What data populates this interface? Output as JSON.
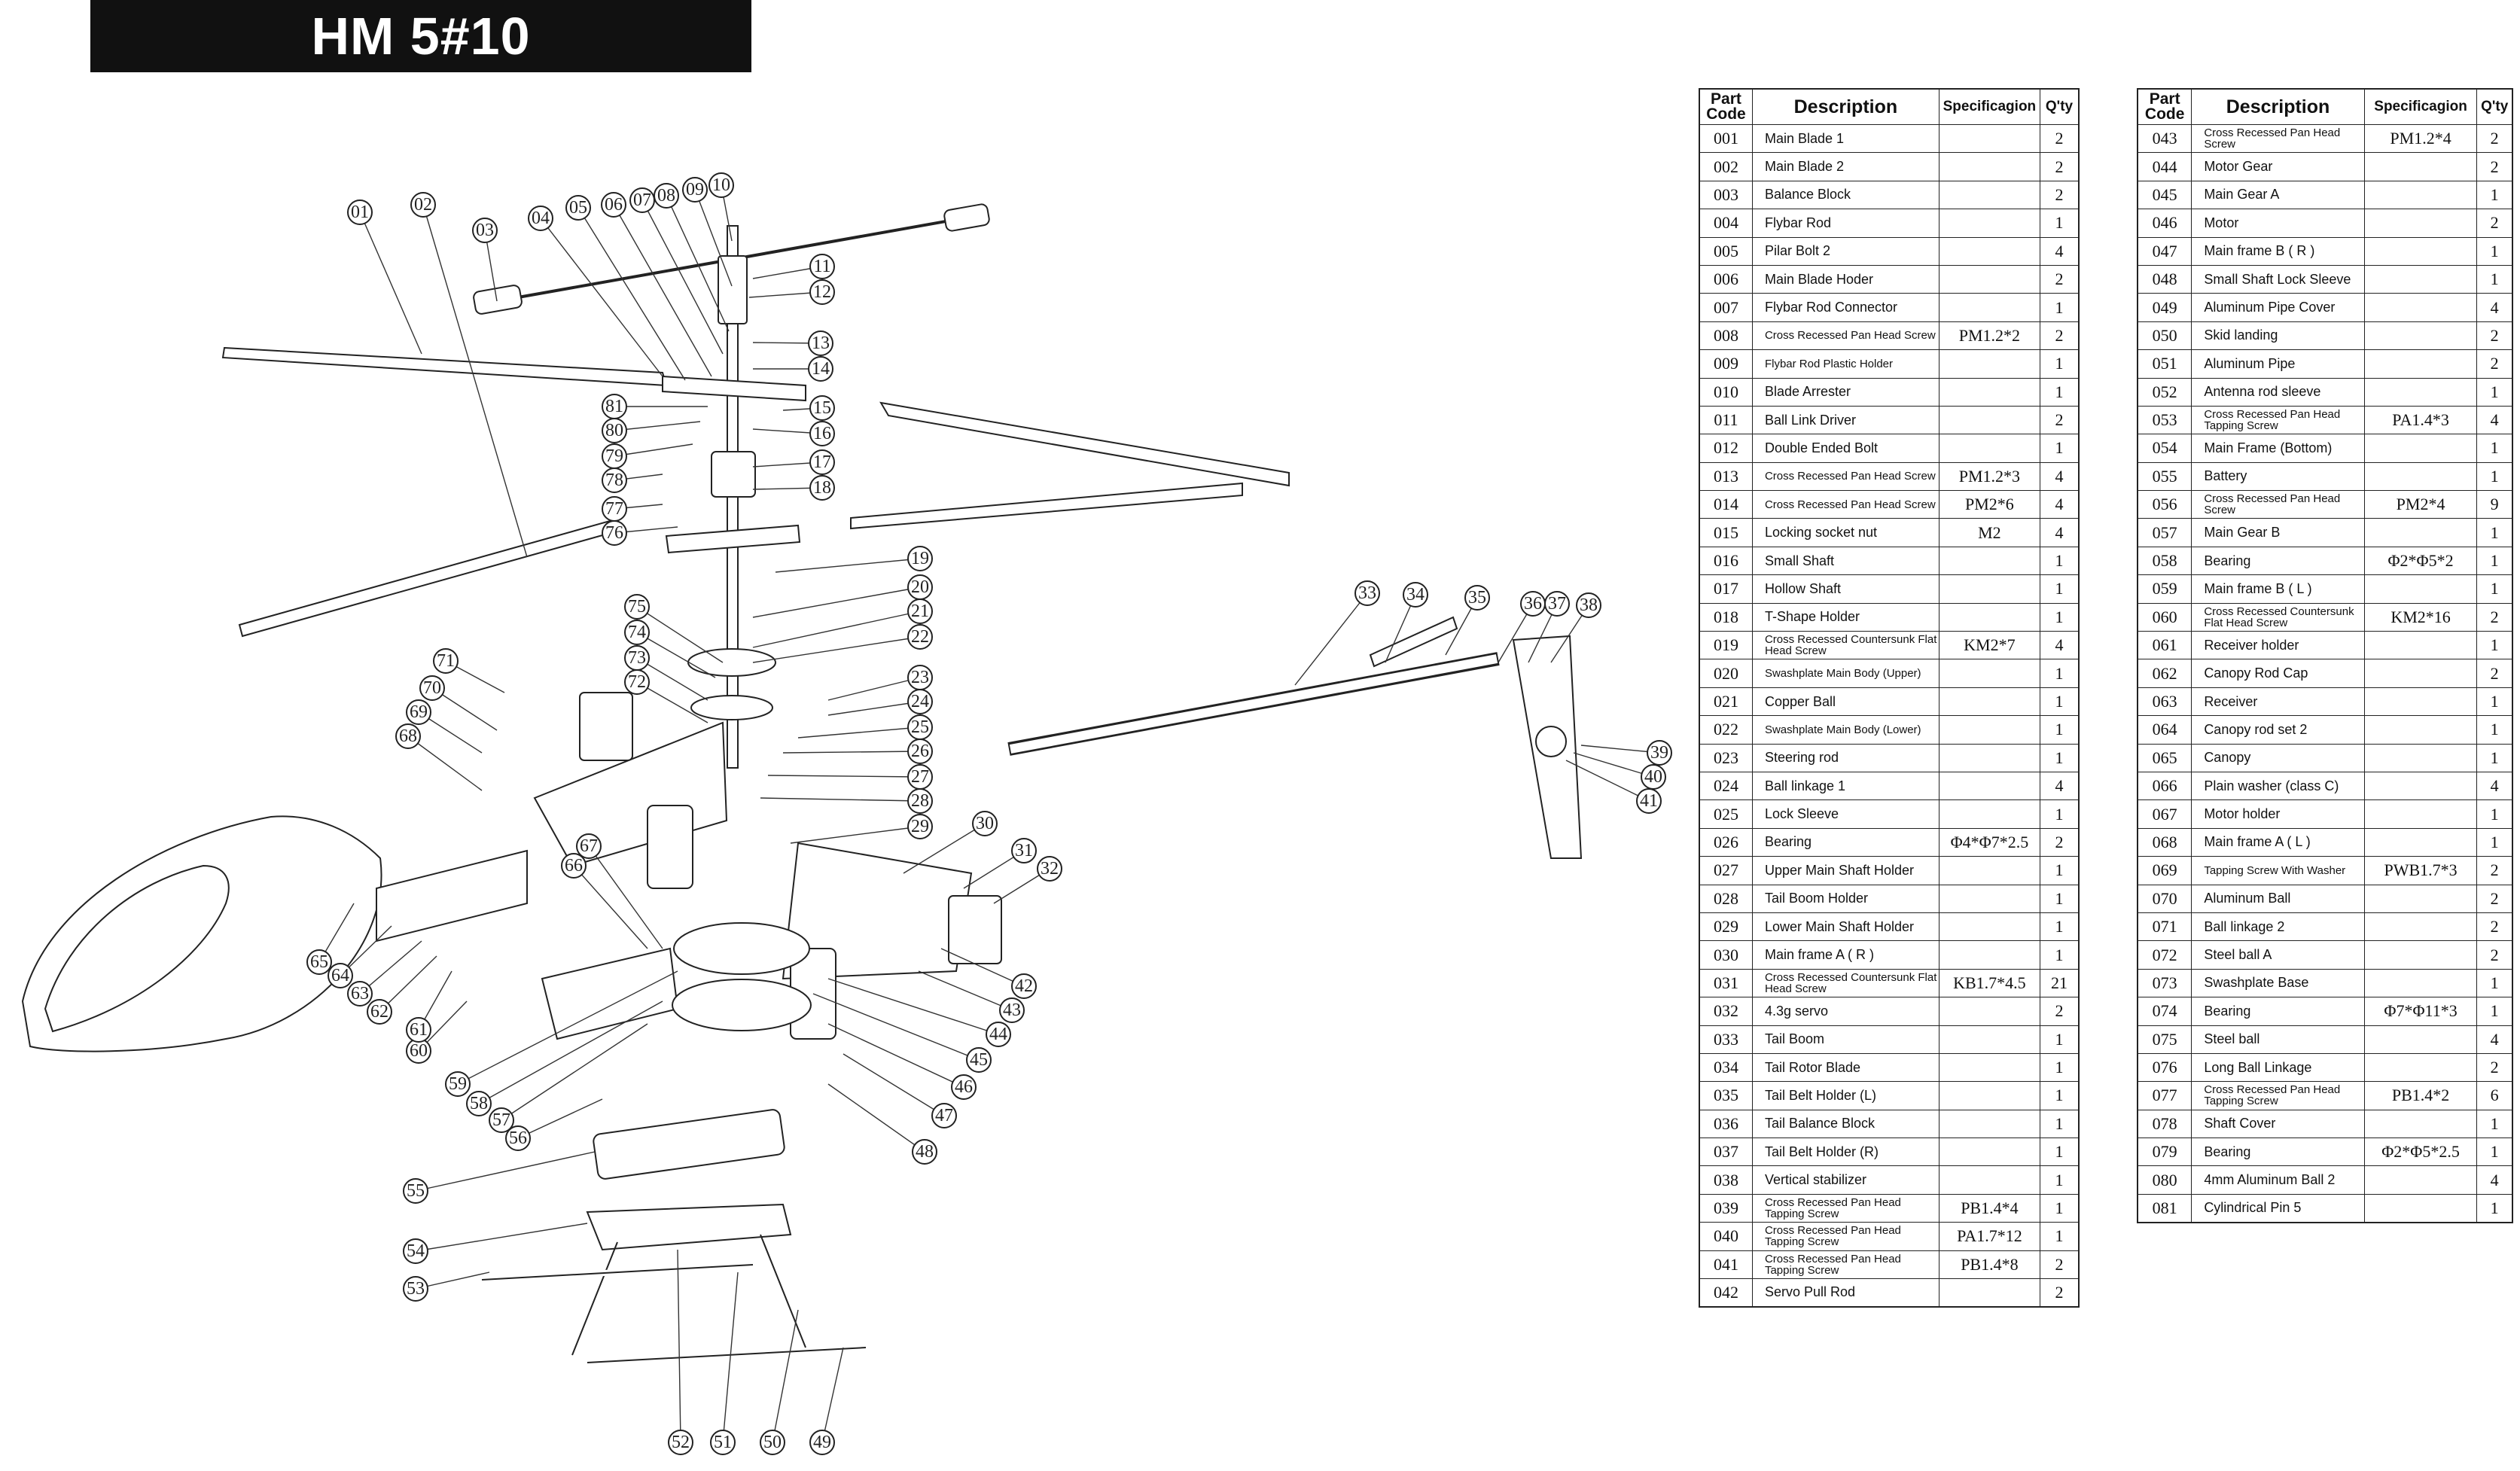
{
  "title": "HM 5#10",
  "table_headers": {
    "code": "Part Code",
    "description": "Description",
    "spec": "Specificagion",
    "qty": "Q'ty"
  },
  "parts_left": [
    {
      "code": "001",
      "description": "Main Blade 1",
      "spec": "",
      "qty": "2"
    },
    {
      "code": "002",
      "description": "Main Blade 2",
      "spec": "",
      "qty": "2"
    },
    {
      "code": "003",
      "description": "Balance Block",
      "spec": "",
      "qty": "2"
    },
    {
      "code": "004",
      "description": "Flybar Rod",
      "spec": "",
      "qty": "1"
    },
    {
      "code": "005",
      "description": "Pilar Bolt 2",
      "spec": "",
      "qty": "4"
    },
    {
      "code": "006",
      "description": "Main Blade Hoder",
      "spec": "",
      "qty": "2"
    },
    {
      "code": "007",
      "description": "Flybar Rod Connector",
      "spec": "",
      "qty": "1"
    },
    {
      "code": "008",
      "description": "Cross Recessed Pan Head Screw",
      "spec": "PM1.2*2",
      "qty": "2"
    },
    {
      "code": "009",
      "description": "Flybar Rod Plastic Holder",
      "spec": "",
      "qty": "1"
    },
    {
      "code": "010",
      "description": "Blade Arrester",
      "spec": "",
      "qty": "1"
    },
    {
      "code": "011",
      "description": "Ball Link Driver",
      "spec": "",
      "qty": "2"
    },
    {
      "code": "012",
      "description": "Double Ended Bolt",
      "spec": "",
      "qty": "1"
    },
    {
      "code": "013",
      "description": "Cross Recessed Pan Head Screw",
      "spec": "PM1.2*3",
      "qty": "4"
    },
    {
      "code": "014",
      "description": "Cross Recessed Pan Head Screw",
      "spec": "PM2*6",
      "qty": "4"
    },
    {
      "code": "015",
      "description": "Locking socket nut",
      "spec": "M2",
      "qty": "4"
    },
    {
      "code": "016",
      "description": "Small Shaft",
      "spec": "",
      "qty": "1"
    },
    {
      "code": "017",
      "description": "Hollow Shaft",
      "spec": "",
      "qty": "1"
    },
    {
      "code": "018",
      "description": "T-Shape Holder",
      "spec": "",
      "qty": "1"
    },
    {
      "code": "019",
      "description": "Cross Recessed Countersunk Flat Head Screw",
      "spec": "KM2*7",
      "qty": "4"
    },
    {
      "code": "020",
      "description": "Swashplate Main Body (Upper)",
      "spec": "",
      "qty": "1"
    },
    {
      "code": "021",
      "description": "Copper Ball",
      "spec": "",
      "qty": "1"
    },
    {
      "code": "022",
      "description": "Swashplate Main Body (Lower)",
      "spec": "",
      "qty": "1"
    },
    {
      "code": "023",
      "description": "Steering rod",
      "spec": "",
      "qty": "1"
    },
    {
      "code": "024",
      "description": "Ball linkage 1",
      "spec": "",
      "qty": "4"
    },
    {
      "code": "025",
      "description": "Lock Sleeve",
      "spec": "",
      "qty": "1"
    },
    {
      "code": "026",
      "description": "Bearing",
      "spec": "Φ4*Φ7*2.5",
      "qty": "2"
    },
    {
      "code": "027",
      "description": "Upper Main Shaft Holder",
      "spec": "",
      "qty": "1"
    },
    {
      "code": "028",
      "description": "Tail Boom Holder",
      "spec": "",
      "qty": "1"
    },
    {
      "code": "029",
      "description": "Lower Main Shaft Holder",
      "spec": "",
      "qty": "1"
    },
    {
      "code": "030",
      "description": "Main frame A ( R )",
      "spec": "",
      "qty": "1"
    },
    {
      "code": "031",
      "description": "Cross Recessed Countersunk Flat Head Screw",
      "spec": "KB1.7*4.5",
      "qty": "21"
    },
    {
      "code": "032",
      "description": "4.3g servo",
      "spec": "",
      "qty": "2"
    },
    {
      "code": "033",
      "description": "Tail Boom",
      "spec": "",
      "qty": "1"
    },
    {
      "code": "034",
      "description": "Tail Rotor Blade",
      "spec": "",
      "qty": "1"
    },
    {
      "code": "035",
      "description": "Tail Belt Holder (L)",
      "spec": "",
      "qty": "1"
    },
    {
      "code": "036",
      "description": "Tail Balance Block",
      "spec": "",
      "qty": "1"
    },
    {
      "code": "037",
      "description": "Tail Belt Holder (R)",
      "spec": "",
      "qty": "1"
    },
    {
      "code": "038",
      "description": "Vertical stabilizer",
      "spec": "",
      "qty": "1"
    },
    {
      "code": "039",
      "description": "Cross Recessed Pan Head Tapping Screw",
      "spec": "PB1.4*4",
      "qty": "1"
    },
    {
      "code": "040",
      "description": "Cross Recessed Pan Head Tapping Screw",
      "spec": "PA1.7*12",
      "qty": "1"
    },
    {
      "code": "041",
      "description": "Cross Recessed Pan Head Tapping Screw",
      "spec": "PB1.4*8",
      "qty": "2"
    },
    {
      "code": "042",
      "description": "Servo Pull Rod",
      "spec": "",
      "qty": "2"
    }
  ],
  "parts_right": [
    {
      "code": "043",
      "description": "Cross Recessed Pan Head Screw",
      "spec": "PM1.2*4",
      "qty": "2"
    },
    {
      "code": "044",
      "description": "Motor Gear",
      "spec": "",
      "qty": "2"
    },
    {
      "code": "045",
      "description": "Main Gear A",
      "spec": "",
      "qty": "1"
    },
    {
      "code": "046",
      "description": "Motor",
      "spec": "",
      "qty": "2"
    },
    {
      "code": "047",
      "description": "Main frame B ( R )",
      "spec": "",
      "qty": "1"
    },
    {
      "code": "048",
      "description": "Small Shaft Lock Sleeve",
      "spec": "",
      "qty": "1"
    },
    {
      "code": "049",
      "description": "Aluminum Pipe Cover",
      "spec": "",
      "qty": "4"
    },
    {
      "code": "050",
      "description": "Skid landing",
      "spec": "",
      "qty": "2"
    },
    {
      "code": "051",
      "description": "Aluminum Pipe",
      "spec": "",
      "qty": "2"
    },
    {
      "code": "052",
      "description": "Antenna rod sleeve",
      "spec": "",
      "qty": "1"
    },
    {
      "code": "053",
      "description": "Cross Recessed Pan Head Tapping Screw",
      "spec": "PA1.4*3",
      "qty": "4"
    },
    {
      "code": "054",
      "description": "Main Frame (Bottom)",
      "spec": "",
      "qty": "1"
    },
    {
      "code": "055",
      "description": "Battery",
      "spec": "",
      "qty": "1"
    },
    {
      "code": "056",
      "description": "Cross Recessed Pan Head Screw",
      "spec": "PM2*4",
      "qty": "9"
    },
    {
      "code": "057",
      "description": "Main Gear B",
      "spec": "",
      "qty": "1"
    },
    {
      "code": "058",
      "description": "Bearing",
      "spec": "Φ2*Φ5*2",
      "qty": "1"
    },
    {
      "code": "059",
      "description": "Main frame B ( L )",
      "spec": "",
      "qty": "1"
    },
    {
      "code": "060",
      "description": "Cross Recessed Countersunk Flat Head Screw",
      "spec": "KM2*16",
      "qty": "2"
    },
    {
      "code": "061",
      "description": "Receiver holder",
      "spec": "",
      "qty": "1"
    },
    {
      "code": "062",
      "description": "Canopy Rod Cap",
      "spec": "",
      "qty": "2"
    },
    {
      "code": "063",
      "description": "Receiver",
      "spec": "",
      "qty": "1"
    },
    {
      "code": "064",
      "description": "Canopy rod set 2",
      "spec": "",
      "qty": "1"
    },
    {
      "code": "065",
      "description": "Canopy",
      "spec": "",
      "qty": "1"
    },
    {
      "code": "066",
      "description": "Plain washer (class C)",
      "spec": "",
      "qty": "4"
    },
    {
      "code": "067",
      "description": "Motor holder",
      "spec": "",
      "qty": "1"
    },
    {
      "code": "068",
      "description": "Main frame A ( L )",
      "spec": "",
      "qty": "1"
    },
    {
      "code": "069",
      "description": "Tapping Screw With Washer",
      "spec": "PWB1.7*3",
      "qty": "2"
    },
    {
      "code": "070",
      "description": "Aluminum Ball",
      "spec": "",
      "qty": "2"
    },
    {
      "code": "071",
      "description": "Ball linkage 2",
      "spec": "",
      "qty": "2"
    },
    {
      "code": "072",
      "description": "Steel ball A",
      "spec": "",
      "qty": "2"
    },
    {
      "code": "073",
      "description": "Swashplate Base",
      "spec": "",
      "qty": "1"
    },
    {
      "code": "074",
      "description": "Bearing",
      "spec": "Φ7*Φ11*3",
      "qty": "1"
    },
    {
      "code": "075",
      "description": "Steel ball",
      "spec": "",
      "qty": "4"
    },
    {
      "code": "076",
      "description": "Long Ball Linkage",
      "spec": "",
      "qty": "2"
    },
    {
      "code": "077",
      "description": "Cross Recessed Pan Head Tapping Screw",
      "spec": "PB1.4*2",
      "qty": "6"
    },
    {
      "code": "078",
      "description": "Shaft Cover",
      "spec": "",
      "qty": "1"
    },
    {
      "code": "079",
      "description": "Bearing",
      "spec": "Φ2*Φ5*2.5",
      "qty": "1"
    },
    {
      "code": "080",
      "description": "4mm Aluminum Ball 2",
      "spec": "",
      "qty": "4"
    },
    {
      "code": "081",
      "description": "Cylindrical Pin 5",
      "spec": "",
      "qty": "1"
    }
  ],
  "callouts": [
    "01",
    "02",
    "03",
    "04",
    "05",
    "06",
    "07",
    "08",
    "09",
    "10",
    "11",
    "12",
    "13",
    "14",
    "15",
    "16",
    "17",
    "18",
    "19",
    "20",
    "21",
    "22",
    "23",
    "24",
    "25",
    "26",
    "27",
    "28",
    "29",
    "30",
    "31",
    "32",
    "33",
    "34",
    "35",
    "36",
    "37",
    "38",
    "39",
    "40",
    "41",
    "42",
    "43",
    "44",
    "45",
    "46",
    "47",
    "48",
    "49",
    "50",
    "51",
    "52",
    "53",
    "54",
    "55",
    "56",
    "57",
    "58",
    "59",
    "60",
    "61",
    "62",
    "63",
    "64",
    "65",
    "66",
    "67",
    "68",
    "69",
    "70",
    "71",
    "72",
    "73",
    "74",
    "75",
    "76",
    "77",
    "78",
    "79",
    "80",
    "81"
  ]
}
